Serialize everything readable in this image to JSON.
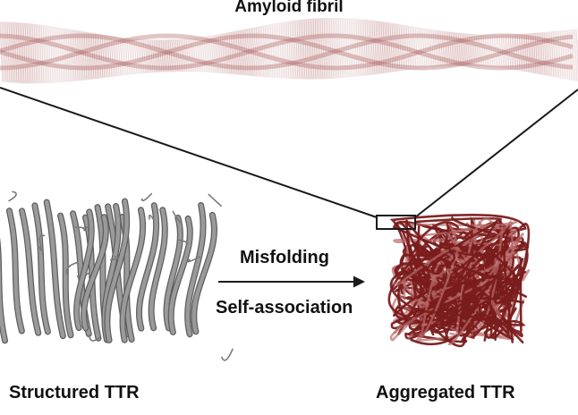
{
  "labels": {
    "fibril": "Amyloid fibril",
    "misfolding": "Misfolding",
    "self_association": "Self-association",
    "structured": "Structured TTR",
    "aggregated": "Aggregated TTR"
  },
  "colors": {
    "fibril": "#a85a5a",
    "aggregate_dark": "#7a1c1c",
    "aggregate_light": "#b86a6a",
    "protein": "#9a9a9a",
    "protein_shadow": "#5e5e5e",
    "line": "#1a1a1a",
    "text": "#111111"
  },
  "icons": {
    "fibril": "amyloid-fibril-illustration",
    "protein": "ttr-protein-ribbon",
    "aggregate": "aggregated-ttr-tangle",
    "arrow": "right-arrow"
  }
}
